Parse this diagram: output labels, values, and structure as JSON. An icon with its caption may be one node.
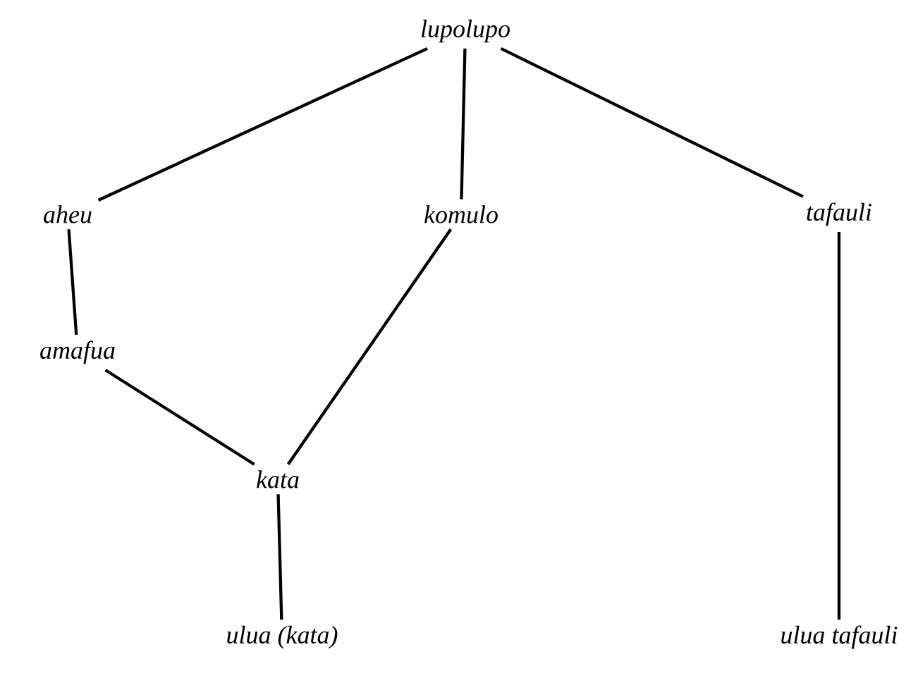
{
  "diagram": {
    "nodes": [
      {
        "text": [
          "lupolupo"
        ]
      },
      {
        "text": [
          "aheu"
        ]
      },
      {
        "text": [
          "komulo"
        ]
      },
      {
        "text": [
          "tafauli"
        ]
      },
      {
        "text": [
          "amafua"
        ]
      },
      {
        "text": [
          "kata"
        ]
      },
      {
        "text": [
          "ulua (kata)"
        ]
      },
      {
        "text": [
          "ulua tafauli"
        ]
      }
    ],
    "edges": [
      {
        "from": 0,
        "to": 1,
        "arrow": "none"
      },
      {
        "from": 0,
        "to": 2,
        "arrow": "none"
      },
      {
        "from": 0,
        "to": 3,
        "arrow": "none"
      },
      {
        "from": 1,
        "to": 4,
        "arrow": "none"
      },
      {
        "from": 4,
        "to": 5,
        "arrow": "none"
      },
      {
        "from": 2,
        "to": 5,
        "arrow": "none"
      },
      {
        "from": 5,
        "to": 6,
        "arrow": "none"
      },
      {
        "from": 3,
        "to": 7,
        "arrow": "none"
      }
    ]
  }
}
